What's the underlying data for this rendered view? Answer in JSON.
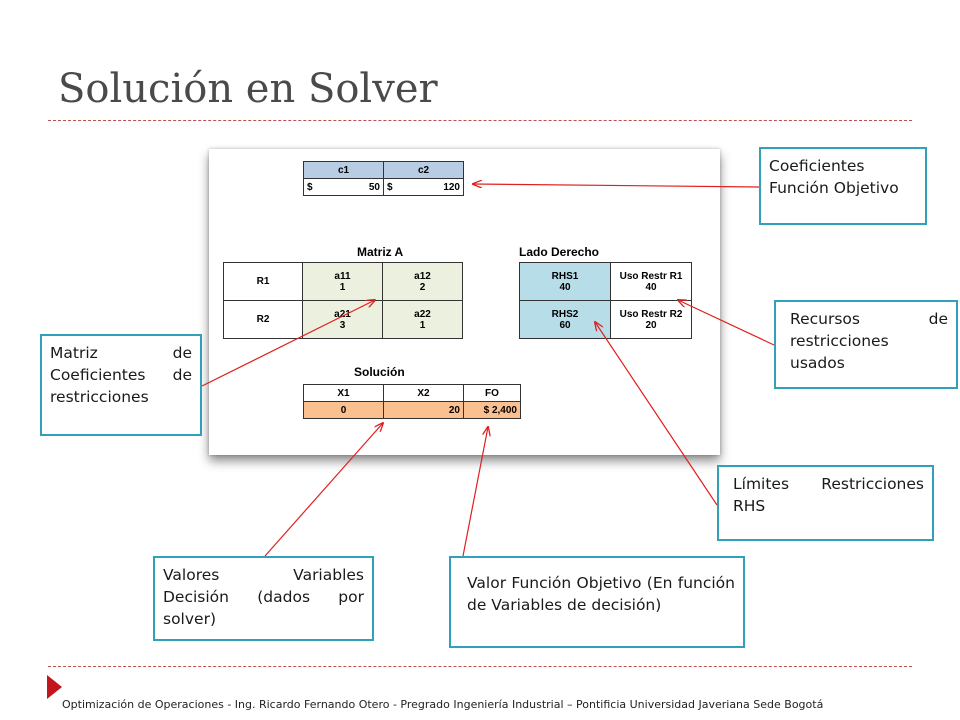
{
  "title": "Solución en Solver",
  "coef_table": {
    "headers": [
      "c1",
      "c2"
    ],
    "currency": [
      "$",
      "$"
    ],
    "values": [
      "50",
      "120"
    ]
  },
  "matriz_a": {
    "caption": "Matriz A",
    "rows": [
      {
        "label": "R1",
        "cells": [
          [
            "a11",
            "1"
          ],
          [
            "a12",
            "2"
          ]
        ]
      },
      {
        "label": "R2",
        "cells": [
          [
            "a21",
            "3"
          ],
          [
            "a22",
            "1"
          ]
        ]
      }
    ]
  },
  "lado_derecho": {
    "caption": "Lado Derecho",
    "rows": [
      {
        "rhs": [
          "RHS1",
          "40"
        ],
        "uso": [
          "Uso Restr R1",
          "40"
        ]
      },
      {
        "rhs": [
          "RHS2",
          "60"
        ],
        "uso": [
          "Uso Restr R2",
          "20"
        ]
      }
    ]
  },
  "solucion": {
    "caption": "Solución",
    "headers": [
      "X1",
      "X2",
      "FO"
    ],
    "values": [
      "0",
      "20",
      "$ 2,400"
    ]
  },
  "callouts": {
    "coef_objetivo": "Coeficientes Función Objetivo",
    "recursos": "Recursos de restricciones usados",
    "matriz_coef": "Matriz de Coeficientes de restricciones",
    "limites": "Límites Restricciones RHS",
    "valores_variables": "Valores Variables Decisión (dados por solver)",
    "valor_fo": "Valor Función Objetivo (En función de Variables de decisión)"
  },
  "footer": "Optimización de Operaciones - Ing. Ricardo Fernando Otero - Pregrado Ingeniería Industrial – Pontificia Universidad Javeriana Sede Bogotá",
  "colors": {
    "accent_red": "#c0504d",
    "callout_border": "#31a0b8",
    "header_blue": "#b8cce4",
    "matrix_green": "#ebf1de",
    "rhs_blue": "#b7dde8",
    "solution_orange": "#fac090"
  }
}
